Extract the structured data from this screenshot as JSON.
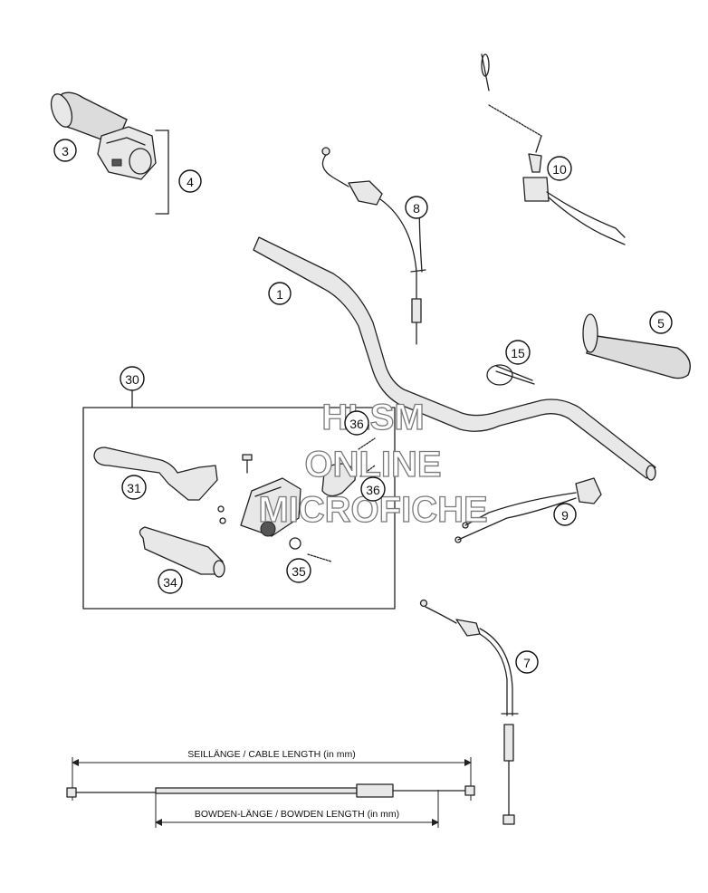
{
  "callouts": {
    "c1": "1",
    "c3": "3",
    "c4": "4",
    "c5": "5",
    "c7": "7",
    "c8": "8",
    "c9": "9",
    "c10": "10",
    "c15": "15",
    "c30": "30",
    "c31": "31",
    "c34": "34",
    "c35": "35",
    "c36a": "36",
    "c36b": "36"
  },
  "watermark": {
    "line1": "HLSM",
    "line2": "ONLINE",
    "line3": "MICROFICHE"
  },
  "dimensions": {
    "cable_length": "SEILLÄNGE / CABLE LENGTH (in mm)",
    "bowden_length": "BOWDEN-LÄNGE / BOWDEN LENGTH (in mm)"
  }
}
